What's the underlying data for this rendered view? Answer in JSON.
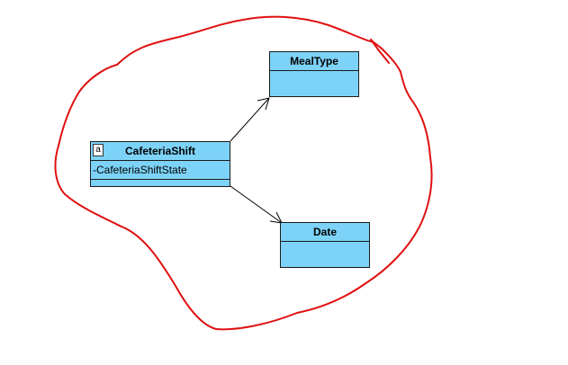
{
  "diagram": {
    "classes": [
      {
        "id": "cafeteria-shift",
        "name": "CafeteriaShift",
        "stereotype_icon": "a",
        "attributes": [
          "-CafeteriaShiftState"
        ]
      },
      {
        "id": "meal-type",
        "name": "MealType",
        "attributes": []
      },
      {
        "id": "date",
        "name": "Date",
        "attributes": []
      }
    ],
    "associations": [
      {
        "from": "CafeteriaShift",
        "to": "MealType",
        "kind": "directed-association"
      },
      {
        "from": "CafeteriaShift",
        "to": "Date",
        "kind": "directed-association"
      }
    ],
    "colors": {
      "class_fill": "#7dd3f7",
      "class_border": "#1a1a1a",
      "connector": "#000000",
      "annotation_stroke": "#e01010"
    }
  }
}
